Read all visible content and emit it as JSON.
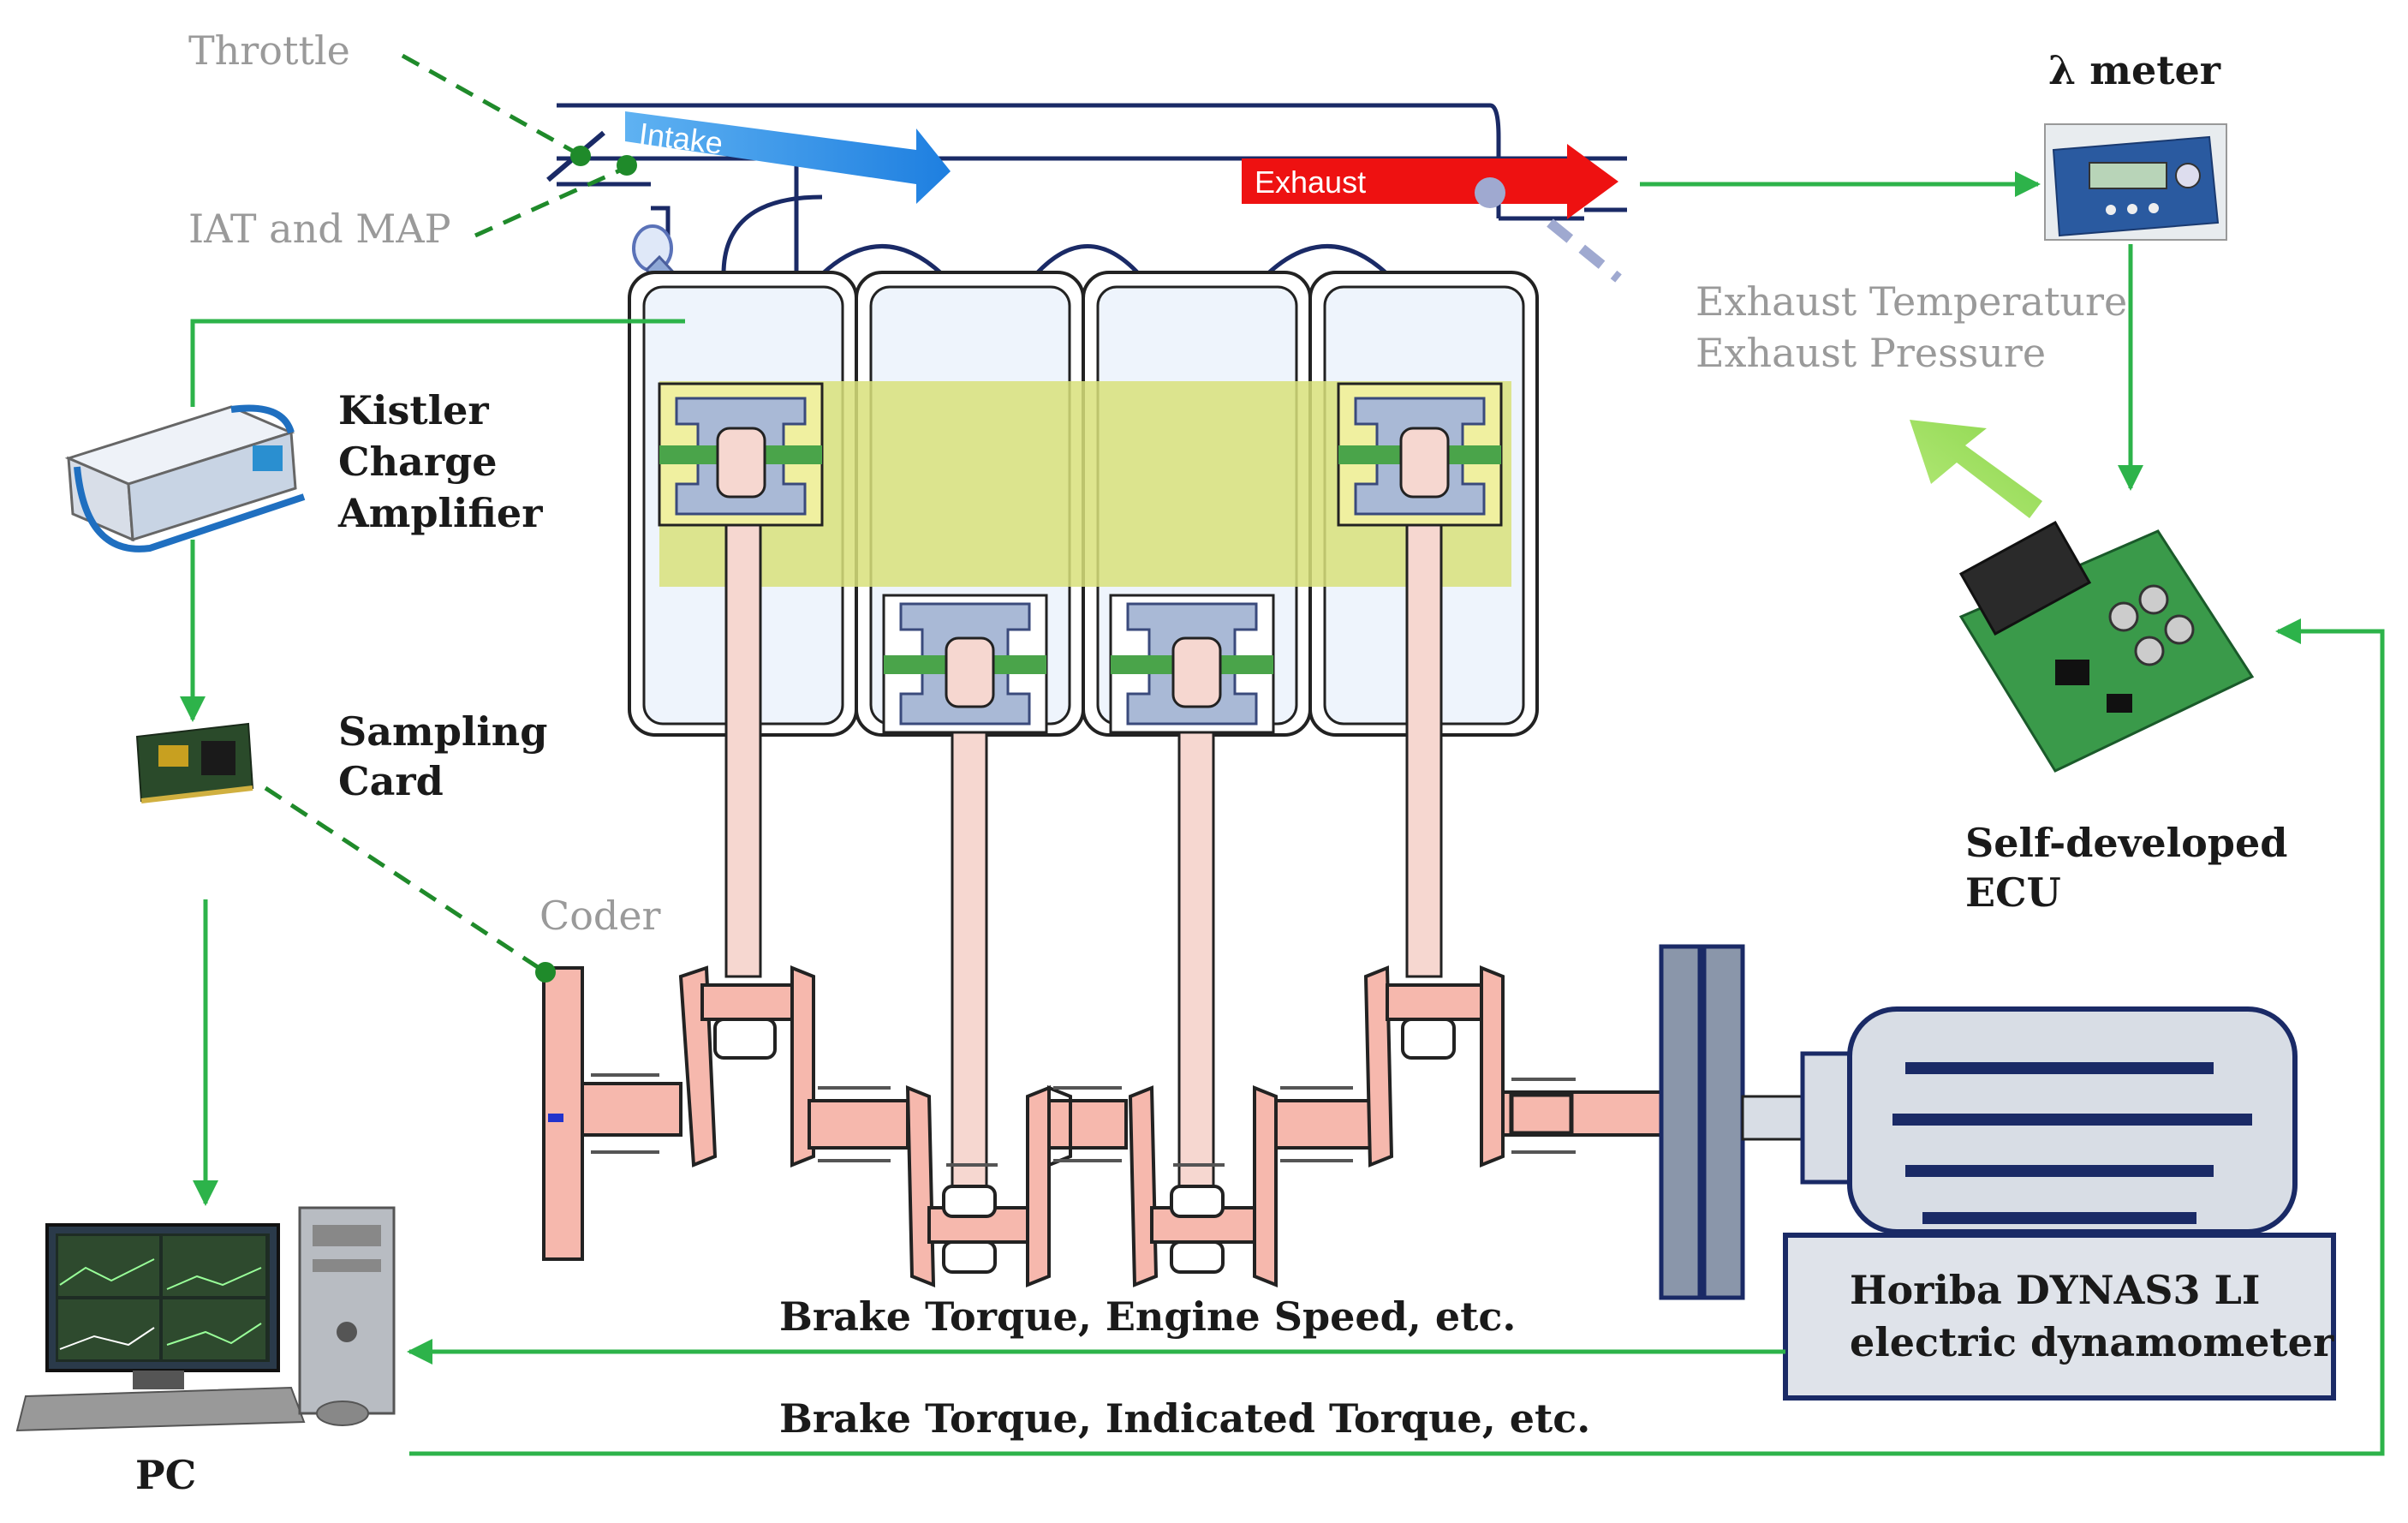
{
  "labels": {
    "throttle": "Throttle",
    "iat_map": "IAT and MAP",
    "intake": "Intake",
    "exhaust": "Exhaust",
    "lambda_meter": "λ meter",
    "exhaust_temp": "Exhaust Temperature",
    "exhaust_pressure": "Exhaust Pressure",
    "kistler_1": "Kistler",
    "kistler_2": "Charge",
    "kistler_3": "Amplifier",
    "sampling_1": "Sampling",
    "sampling_2": "Card",
    "coder": "Coder",
    "ecu_1": "Self-developed",
    "ecu_2": "ECU",
    "dyno_1": "Horiba DYNAS3 LI",
    "dyno_2": "electric dynamometer",
    "signal_top": "Brake Torque, Engine Speed, etc.",
    "signal_bottom": "Brake Torque, Indicated Torque, etc.",
    "pc": "PC"
  },
  "colors": {
    "signal_line": "#2db34a",
    "sensor_dash": "#1f8a2a",
    "pipe": "#1a2a66",
    "intake_arrow": "#2a8fe8",
    "exhaust_arrow": "#ee1111",
    "crank": "#f6b8ad",
    "piston": "#a9b9d6",
    "combustion_band": "#d8e07a"
  }
}
